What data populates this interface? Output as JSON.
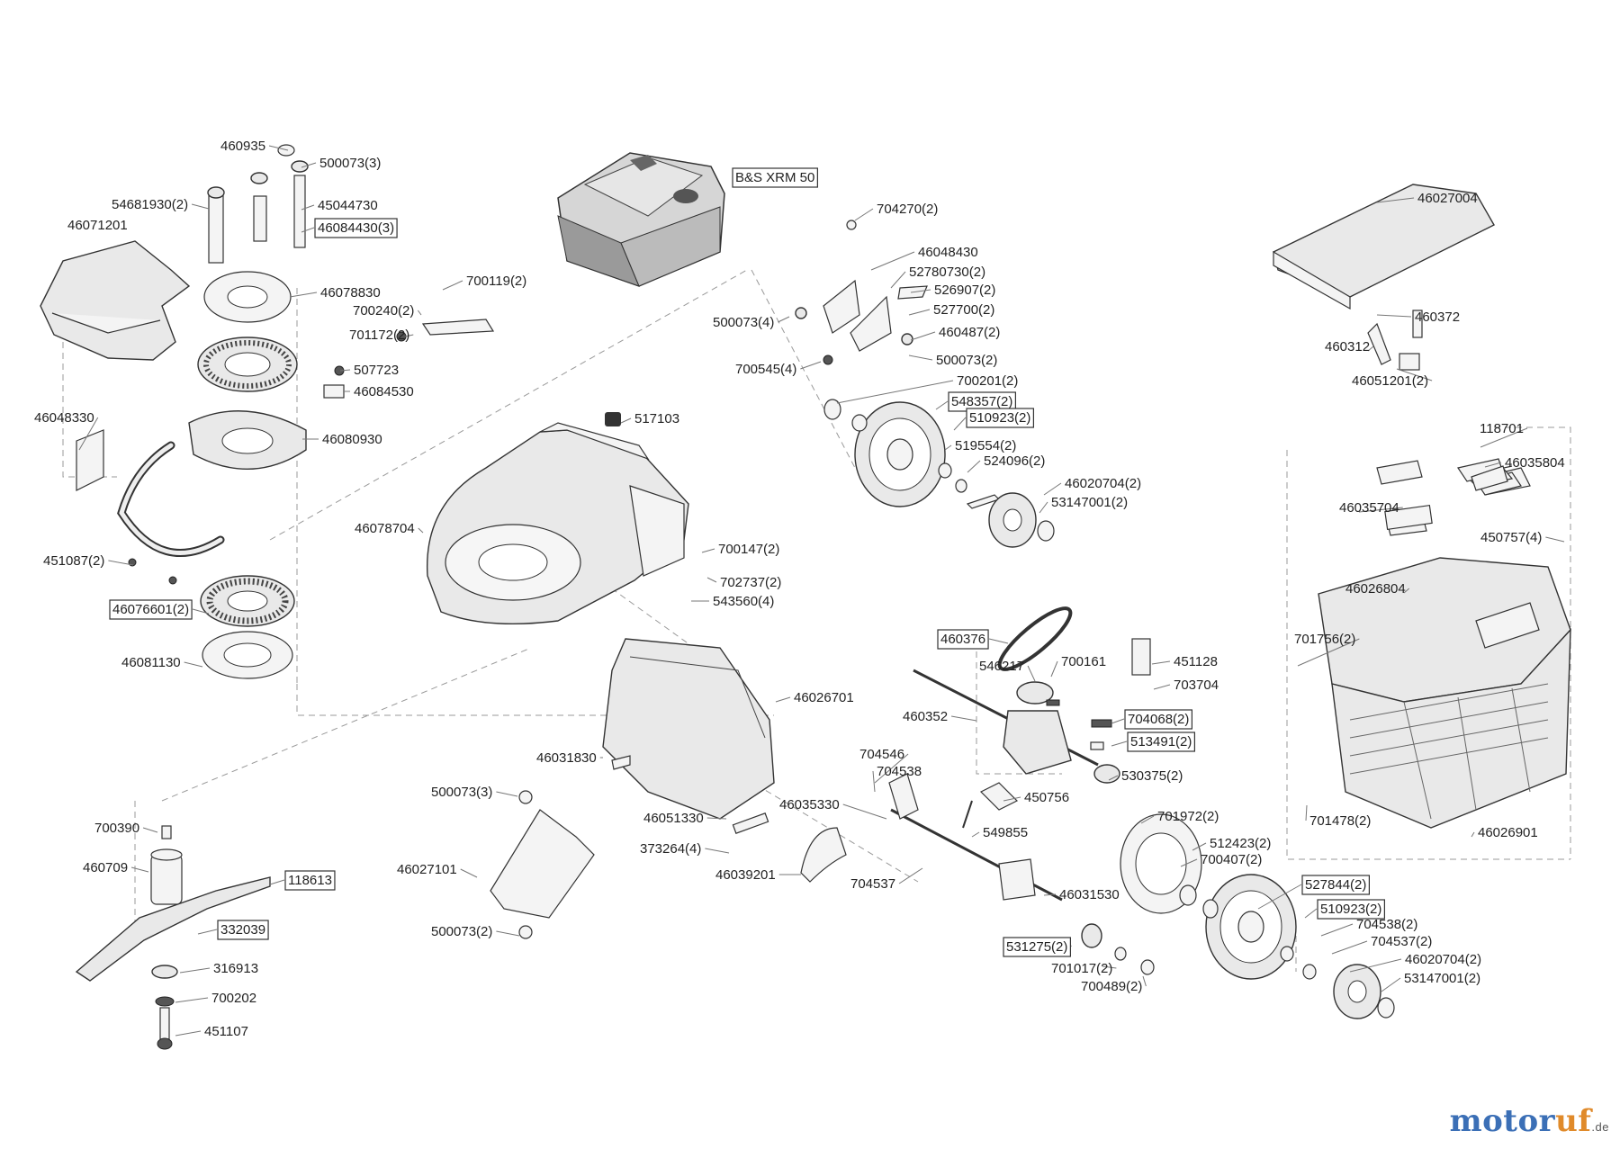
{
  "diagram": {
    "labels": [
      "460935",
      "500073(3)",
      "54681930(2)",
      "45044730",
      "46084430(3)",
      "46071201",
      "46078830",
      "700119(2)",
      "700240(2)",
      "701172(2)",
      "507723",
      "46084530",
      "46048330",
      "46080930",
      "451087(2)",
      "46076601(2)",
      "46081130",
      "B&S XRM 50",
      "517103",
      "46078704",
      "700147(2)",
      "702737(2)",
      "543560(4)",
      "704270(2)",
      "46048430",
      "52780730(2)",
      "526907(2)",
      "527700(2)",
      "500073(4)",
      "460487(2)",
      "500073(2)",
      "700545(4)",
      "700201(2)",
      "548357(2)",
      "510923(2)",
      "519554(2)",
      "524096(2)",
      "46020704(2)",
      "53147001(2)",
      "46027004",
      "460372",
      "460312",
      "46051201(2)",
      "118701",
      "46035804",
      "46035704",
      "450757(4)",
      "46026804",
      "701756(2)",
      "701478(2)",
      "46026901",
      "46026701",
      "46031830",
      "500073(3)",
      "46051330",
      "373264(4)",
      "46039201",
      "46035330",
      "704546",
      "704538",
      "704537",
      "46027101",
      "500073(2)",
      "460376",
      "546217",
      "700161",
      "451128",
      "703704",
      "460352",
      "704068(2)",
      "513491(2)",
      "530375(2)",
      "450756",
      "549855",
      "701972(2)",
      "512423(2)",
      "700407(2)",
      "46031530",
      "527844(2)",
      "510923(2)",
      "704538(2)",
      "704537(2)",
      "46020704(2)",
      "53147001(2)",
      "531275(2)",
      "701017(2)",
      "700489(2)",
      "700390",
      "460709",
      "118613",
      "332039",
      "316913",
      "700202",
      "451107"
    ],
    "boxed_labels": [
      "46084430(3)",
      "B&S XRM 50",
      "46076601(2)",
      "548357(2)",
      "510923(2)",
      "460376",
      "704068(2)",
      "513491(2)",
      "527844(2)",
      "510923(2)",
      "531275(2)",
      "118613",
      "332039"
    ],
    "watermark": {
      "brand_a": "motor",
      "brand_b": "uf",
      "suffix": ".de"
    }
  }
}
